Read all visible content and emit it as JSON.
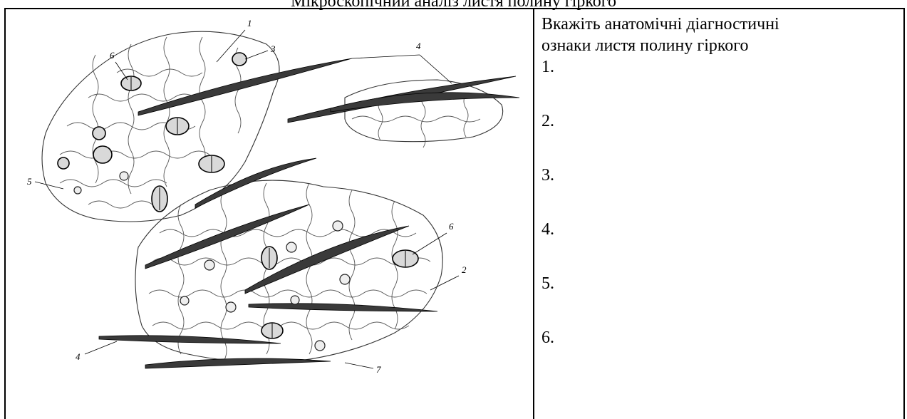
{
  "page": {
    "title": "Мікроскопічний аналіз листя полину гіркого"
  },
  "question": {
    "line1": "Вкажіть анатомічні діагностичні",
    "line2": "ознаки листя полину гіркого",
    "items": [
      "1.",
      "2.",
      "3.",
      "4.",
      "5.",
      "6."
    ]
  },
  "figure": {
    "callouts": [
      "1",
      "2",
      "3",
      "4",
      "4",
      "5",
      "6",
      "6",
      "7"
    ]
  }
}
